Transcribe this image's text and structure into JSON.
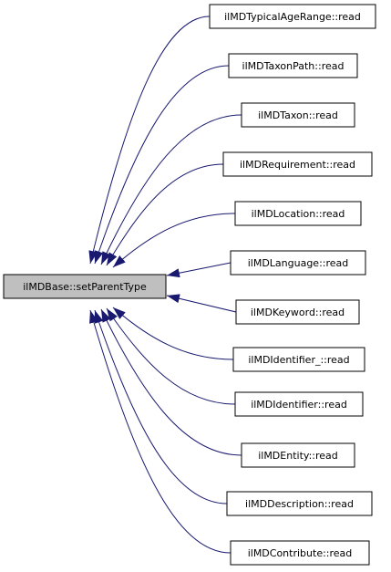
{
  "graph": {
    "root": {
      "label": "ilMDBase::setParentType",
      "fill": "#bfbfbf"
    },
    "callers": [
      {
        "label": "ilMDTypicalAgeRange::read"
      },
      {
        "label": "ilMDTaxonPath::read"
      },
      {
        "label": "ilMDTaxon::read"
      },
      {
        "label": "ilMDRequirement::read"
      },
      {
        "label": "ilMDLocation::read"
      },
      {
        "label": "ilMDLanguage::read"
      },
      {
        "label": "ilMDKeyword::read"
      },
      {
        "label": "ilMDIdentifier_::read"
      },
      {
        "label": "ilMDIdentifier::read"
      },
      {
        "label": "ilMDEntity::read"
      },
      {
        "label": "ilMDDescription::read"
      },
      {
        "label": "ilMDContribute::read"
      }
    ],
    "colors": {
      "edge": "#191970",
      "node_fill": "#ffffff",
      "node_stroke": "#000000",
      "background": "#ffffff"
    }
  }
}
